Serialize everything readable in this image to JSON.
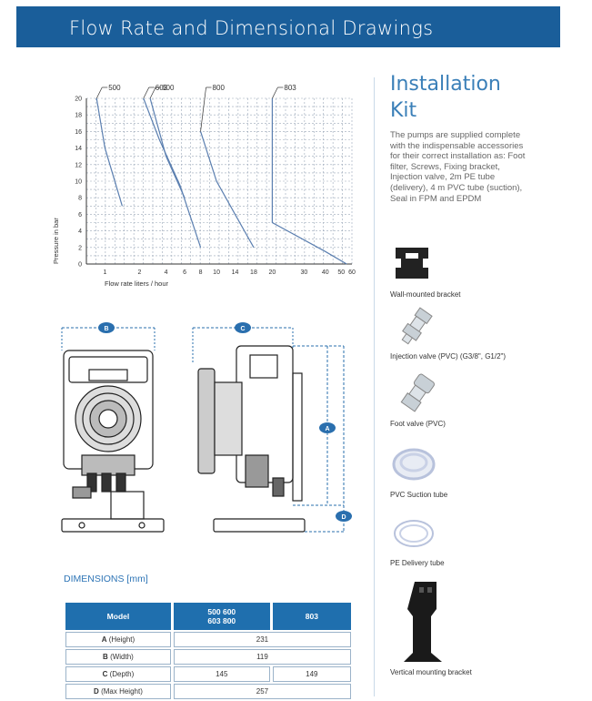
{
  "header": {
    "title": "Flow Rate and Dimensional Drawings"
  },
  "installation": {
    "title_line1": "Installation",
    "title_line2": "Kit",
    "text": "The pumps are supplied complete with the indispensable accessories for their correct installation as: Foot filter, Screws, Fixing bracket, Injection valve, 2m PE tube (delivery), 4 m PVC tube (suction), Seal in FPM and EPDM",
    "items": [
      {
        "label": "Wall-mounted bracket",
        "icon": "wall-bracket-icon"
      },
      {
        "label": "Injection valve (PVC) (G3/8\", G1/2\")",
        "icon": "injection-valve-icon"
      },
      {
        "label": "Foot valve (PVC)",
        "icon": "foot-valve-icon"
      },
      {
        "label": "PVC Suction tube",
        "icon": "suction-tube-icon"
      },
      {
        "label": "PE Delivery tube",
        "icon": "delivery-tube-icon"
      },
      {
        "label": "Vertical mounting bracket",
        "icon": "vertical-bracket-icon"
      }
    ]
  },
  "chart_data": {
    "type": "line",
    "xlabel": "Flow rate liters / hour",
    "ylabel": "Pressure in bar",
    "x_ticks": [
      "1",
      "2",
      "4",
      "6",
      "8",
      "10",
      "14",
      "18",
      "20",
      "30",
      "40",
      "50",
      "60"
    ],
    "y_ticks": [
      "0",
      "2",
      "4",
      "6",
      "8",
      "10",
      "12",
      "14",
      "16",
      "18",
      "20"
    ],
    "ylim": [
      0,
      20
    ],
    "grid": true,
    "series": [
      {
        "name": "500",
        "points": [
          [
            0.55,
            20
          ],
          [
            1.0,
            14
          ],
          [
            1.5,
            7
          ]
        ]
      },
      {
        "name": "603",
        "points": [
          [
            2.3,
            20
          ],
          [
            3.5,
            15
          ],
          [
            5.5,
            9.5
          ],
          [
            8,
            2
          ]
        ]
      },
      {
        "name": "600",
        "points": [
          [
            2.8,
            20
          ],
          [
            4.0,
            13
          ],
          [
            6.0,
            8
          ]
        ]
      },
      {
        "name": "800",
        "points": [
          [
            8,
            16
          ],
          [
            10,
            10
          ],
          [
            14,
            6
          ],
          [
            18,
            2
          ]
        ]
      },
      {
        "name": "803",
        "points": [
          [
            20,
            20
          ],
          [
            20,
            5
          ],
          [
            40,
            1.5
          ],
          [
            55,
            0
          ]
        ]
      }
    ]
  },
  "dimensions": {
    "title": "DIMENSIONS [mm]",
    "labels": [
      "A",
      "B",
      "C",
      "D"
    ],
    "headers": {
      "model": "Model",
      "group1_line1": "500 600",
      "group1_line2": "603 800",
      "group2": "803"
    },
    "rows": [
      {
        "key": "A",
        "desc": "(Height)",
        "group1": "231",
        "group2": "",
        "merged": true
      },
      {
        "key": "B",
        "desc": "(Width)",
        "group1": "119",
        "group2": "",
        "merged": true
      },
      {
        "key": "C",
        "desc": "(Depth)",
        "group1": "145",
        "group2": "149",
        "merged": false
      },
      {
        "key": "D",
        "desc": "(Max Height)",
        "group1": "257",
        "group2": "",
        "merged": true
      }
    ]
  },
  "colors": {
    "banner": "#1a5e9a",
    "accent": "#2e75b6",
    "curve": "#5b7fb0"
  }
}
